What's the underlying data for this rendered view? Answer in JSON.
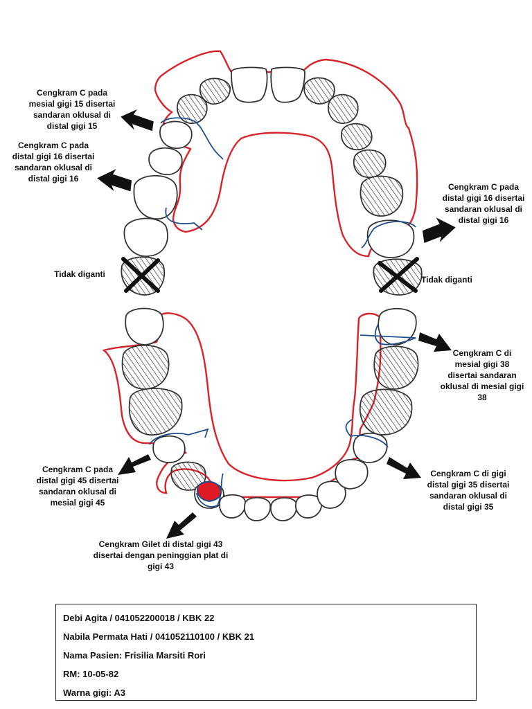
{
  "labels": {
    "tl1": [
      "Cengkram C pada",
      "mesial gigi 15 disertai",
      "sandaran oklusal di",
      "distal gigi 15"
    ],
    "tl2": [
      "Cengkram C pada",
      "distal gigi 16 disertai",
      "sandaran oklusal di",
      "distal gigi 16"
    ],
    "tr1": [
      "Cengkram C pada",
      "distal gigi 16 disertai",
      "sandaran oklusal di",
      "distal gigi 16"
    ],
    "left_missing": "Tidak diganti",
    "right_missing": "Tidak diganti",
    "br1": [
      "Cengkram C di",
      "mesial gigi 38",
      "disertai sandaran",
      "oklusal di mesial gigi",
      "38"
    ],
    "bl1": [
      "Cengkram C pada",
      "distal gigi 45 disertai",
      "sandaran oklusal di",
      "mesial gigi 45"
    ],
    "br2": [
      "Cengkram C di gigi",
      "distal gigi 35 disertai",
      "sandaran oklusal di",
      "distal gigi 35"
    ],
    "bc1": [
      "Cengkram Gilet di distal gigi 43",
      "disertai dengan peninggian plat di",
      "gigi 43"
    ]
  },
  "info": {
    "line1": "Debi Agita / 041052200018 / KBK 22",
    "line2": "Nabila Permata Hati / 041052110100 / KBK 21",
    "line3": "Nama Pasien: Frisilia Marsiti Rori",
    "line4": "RM: 10-05-82",
    "line5": "Warna gigi: A3"
  },
  "colors": {
    "plate_outline": "#d8232a",
    "clasp": "#1f4e8c",
    "tooth_outline": "#333333",
    "arrow": "#111111",
    "gilet_fill": "#e01b24"
  }
}
